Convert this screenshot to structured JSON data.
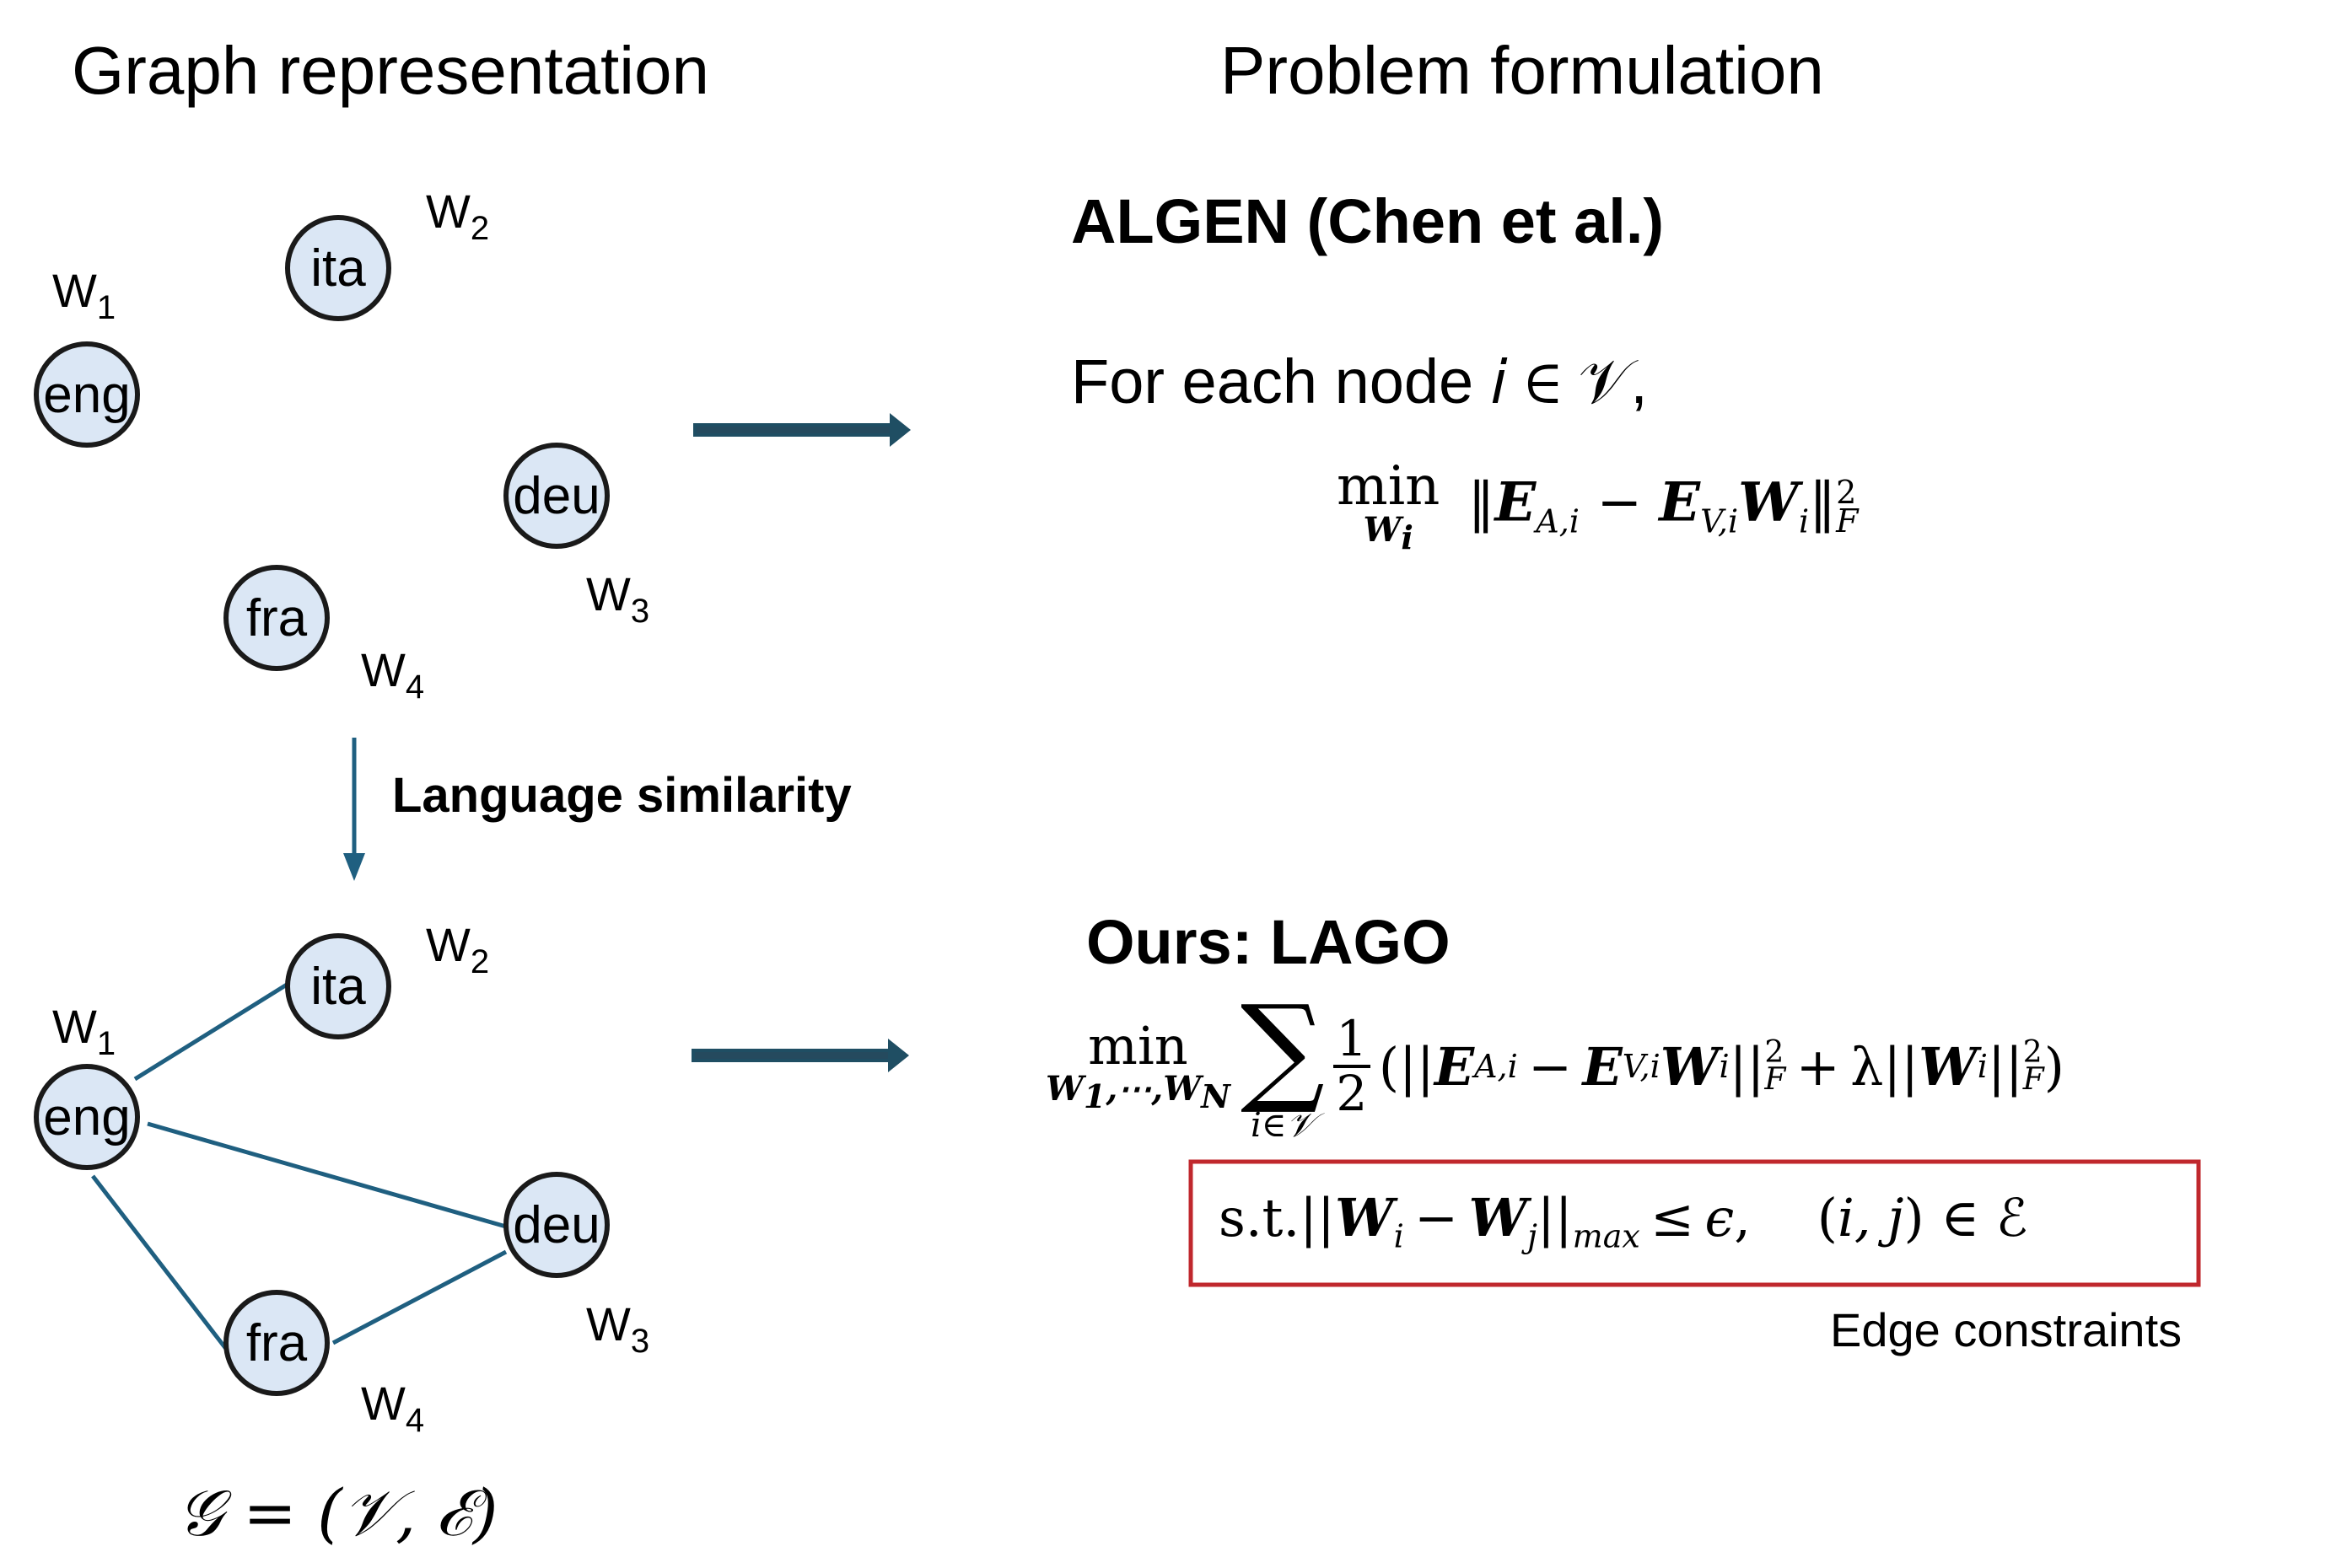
{
  "left_heading": "Graph representation",
  "right_heading": "Problem formulation",
  "top_graph": {
    "nodes": [
      {
        "label": "eng",
        "weight": "W",
        "sub": "1"
      },
      {
        "label": "ita",
        "weight": "W",
        "sub": "2"
      },
      {
        "label": "deu",
        "weight": "W",
        "sub": "3"
      },
      {
        "label": "fra",
        "weight": "W",
        "sub": "4"
      }
    ]
  },
  "bottom_graph": {
    "nodes": [
      {
        "label": "eng",
        "weight": "W",
        "sub": "1"
      },
      {
        "label": "ita",
        "weight": "W",
        "sub": "2"
      },
      {
        "label": "deu",
        "weight": "W",
        "sub": "3"
      },
      {
        "label": "fra",
        "weight": "W",
        "sub": "4"
      }
    ],
    "edges": [
      [
        "eng",
        "ita"
      ],
      [
        "eng",
        "deu"
      ],
      [
        "eng",
        "fra"
      ],
      [
        "fra",
        "deu"
      ]
    ]
  },
  "arrow_label": "Language similarity",
  "graph_caption": "𝒢 = (𝒱, ℰ)",
  "algen": {
    "title": "ALGEN (Chen et al.)",
    "intro": "For each node 𝑖 ∈ 𝒱,",
    "formula": "min_{W_i} ||E_{A,i} − E_{V,i} W_i||_F^2"
  },
  "lago": {
    "title": "Ours: LAGO",
    "objective": "min_{W_1,⋯,W_N} Σ_{i∈𝒱} 1/2 ( ||E_{A,i} − E_{V,i} W_i||_F^2 + λ||W_i||_F^2 )",
    "constraint": "s.t. ||W_i − W_j||_max ≤ ϵ,  (i, j) ∈ ℰ",
    "constraint_label": "Edge constraints"
  },
  "colors": {
    "node_fill": "#dbe7f5",
    "node_stroke": "#1a1a1a",
    "edge": "#1f5f80",
    "arrow": "#1f4e63",
    "constraint_box": "#c0282d"
  }
}
